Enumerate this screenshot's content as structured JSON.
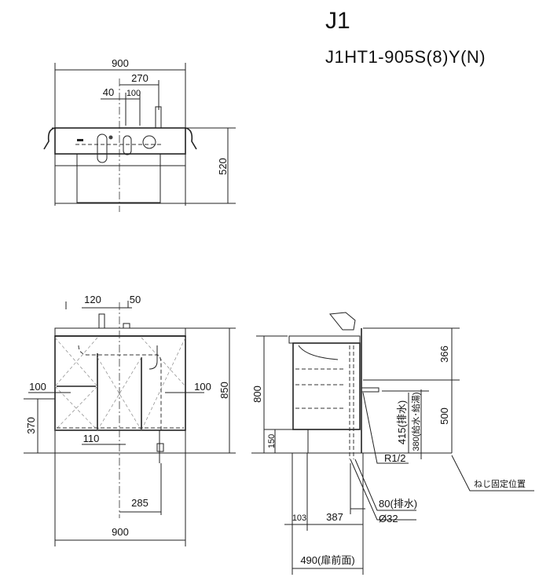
{
  "header": {
    "title": "J1",
    "model": "J1HT1-905S(8)Y(N)"
  },
  "top_view": {
    "width": "900",
    "d270": "270",
    "d40": "40",
    "d100": "100",
    "depth": "520"
  },
  "front_view": {
    "d120": "120",
    "d50": "50",
    "left100": "100",
    "right100": "100",
    "height": "850",
    "d370": "370",
    "d110": "110",
    "d285": "285",
    "width": "900"
  },
  "side_view": {
    "height": "800",
    "d366": "366",
    "d500": "500",
    "d150": "150",
    "drain415": "415(排水)",
    "supply380": "380(給水･給湯)",
    "r12": "R1/2",
    "screw": "ねじ固定位置",
    "drain80": "80(排水)",
    "dia32": "Ø32",
    "d103": "103",
    "d387": "387",
    "d490": "490(扉前面)"
  }
}
